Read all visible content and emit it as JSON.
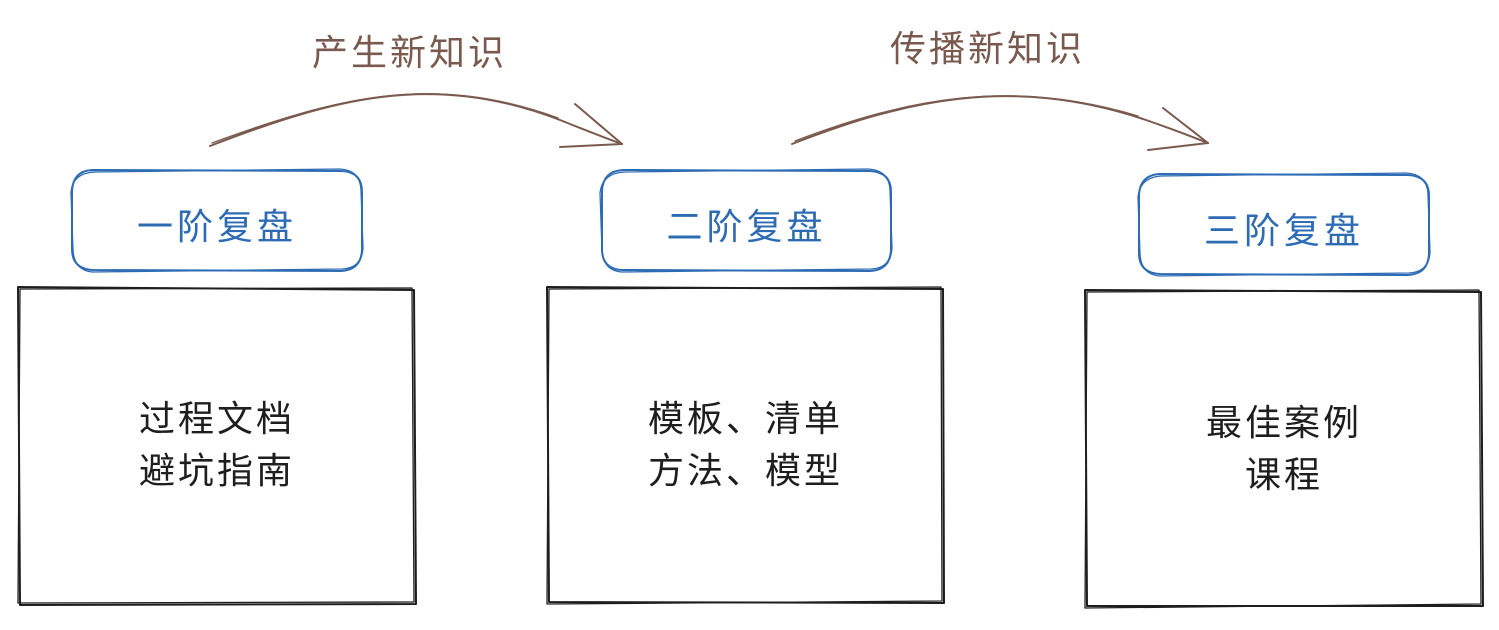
{
  "arrows": [
    {
      "label": "产生新知识"
    },
    {
      "label": "传播新知识"
    }
  ],
  "stages": [
    {
      "title": "一阶复盘",
      "lines": [
        "过程文档",
        "避坑指南"
      ]
    },
    {
      "title": "二阶复盘",
      "lines": [
        "模板、清单",
        "方法、模型"
      ]
    },
    {
      "title": "三阶复盘",
      "lines": [
        "最佳案例",
        "课程"
      ]
    }
  ],
  "colors": {
    "stage_stroke": "#2d6cb5",
    "stage_text": "#2d6cb5",
    "arrow_stroke": "#7a5a4f",
    "box_stroke": "#1e1e1e",
    "box_text": "#1e1e1e"
  }
}
